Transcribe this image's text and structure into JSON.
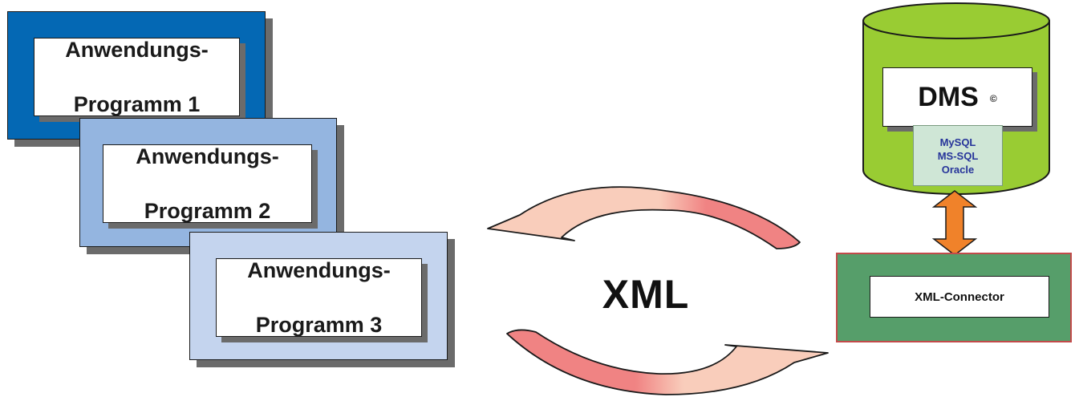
{
  "programs": [
    {
      "line1": "Anwendungs-",
      "line2": "Programm 1",
      "color": "#0468b4"
    },
    {
      "line1": "Anwendungs-",
      "line2": "Programm 2",
      "color": "#94b5e0"
    },
    {
      "line1": "Anwendungs-",
      "line2": "Programm 3",
      "color": "#c4d4ee"
    }
  ],
  "exchange": {
    "label": "XML"
  },
  "dms": {
    "title": "DMS",
    "copyright": "©",
    "databases": [
      "MySQL",
      "MS-SQL",
      "Oracle"
    ],
    "color": "#99cc33"
  },
  "connector": {
    "label": "XML-Connector",
    "color": "#569e6a"
  },
  "colors": {
    "cycle_arrow_light": "#f9cdbb",
    "cycle_arrow_dark": "#f08383",
    "link_arrow": "#f0822a"
  }
}
